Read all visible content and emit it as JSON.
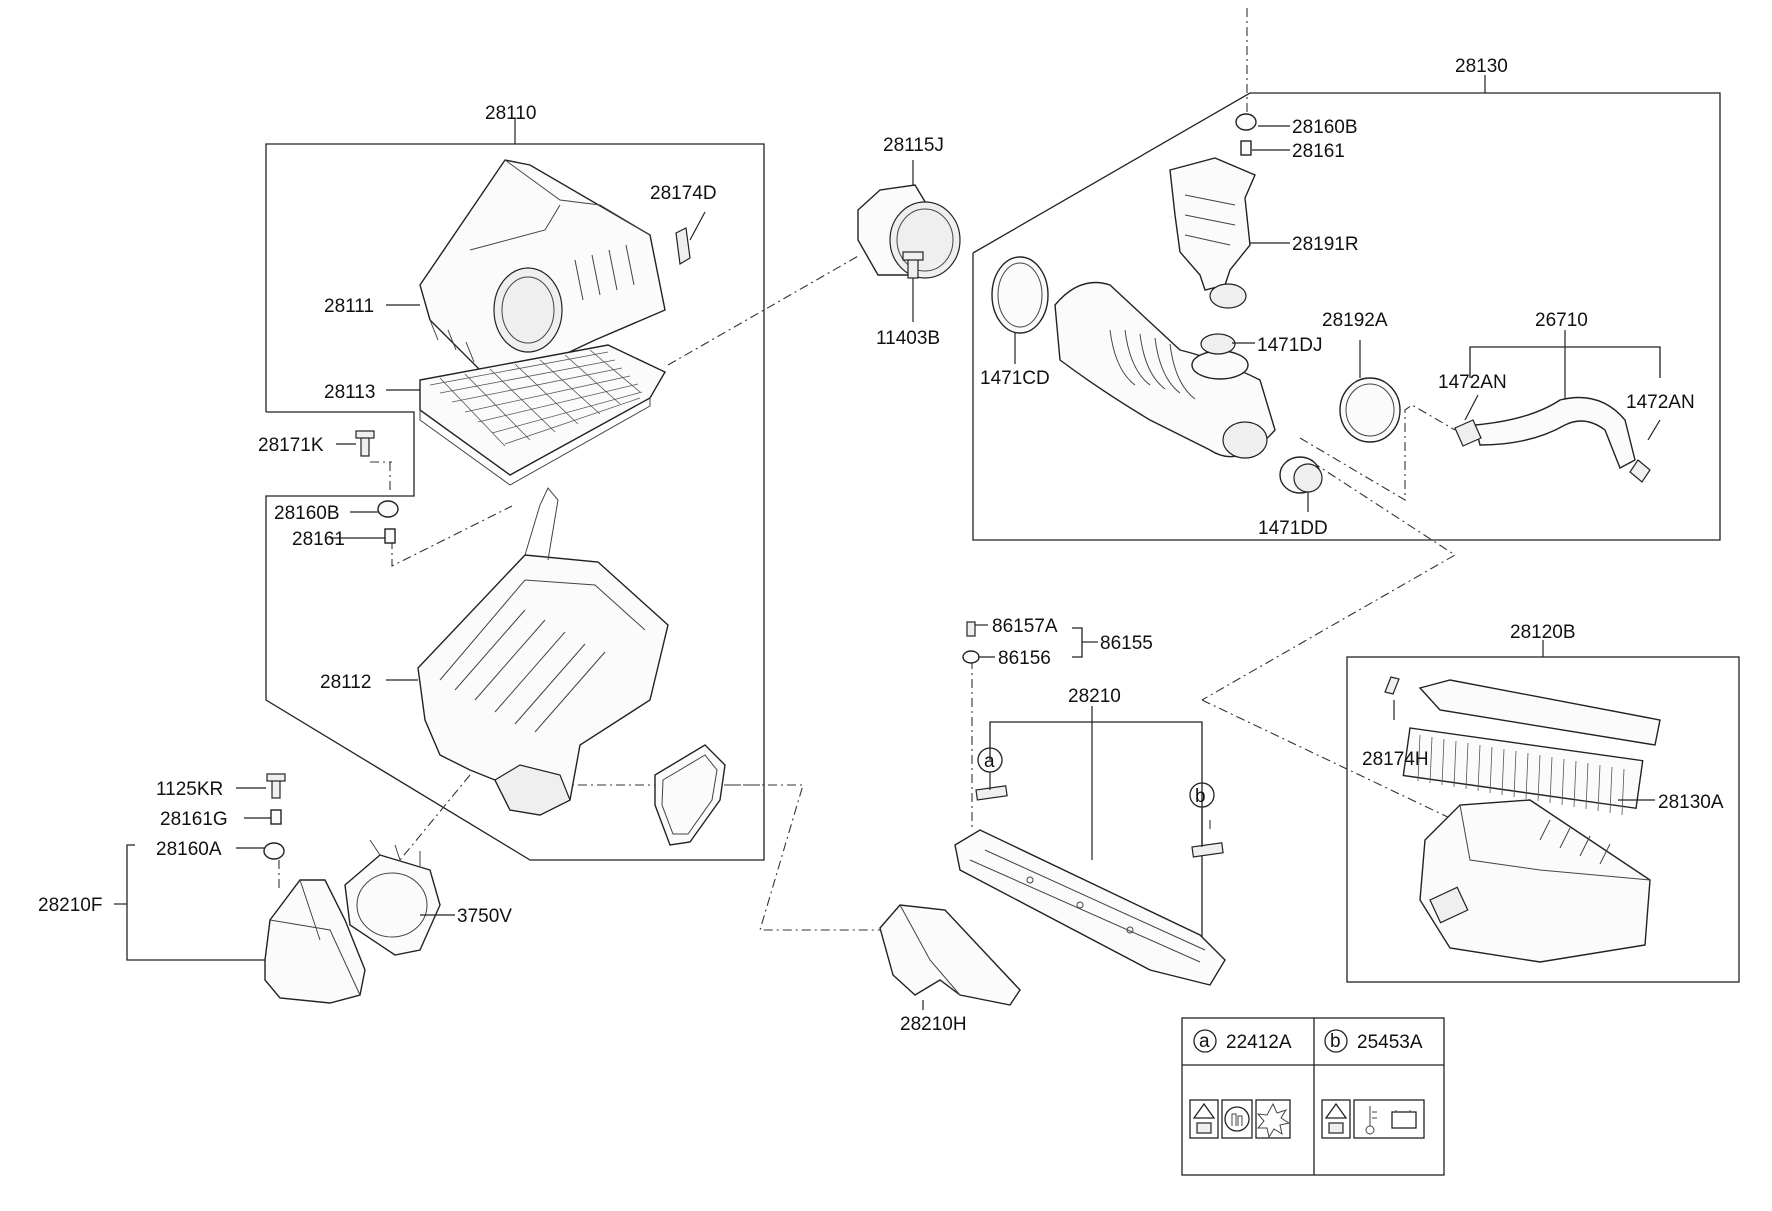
{
  "labels": {
    "p28110": "28110",
    "p28174D": "28174D",
    "p28111": "28111",
    "p28113": "28113",
    "p28171K": "28171K",
    "p28160B_l": "28160B",
    "p28161_l": "28161",
    "p28112": "28112",
    "p1125KR": "1125KR",
    "p28161G": "28161G",
    "p28160A": "28160A",
    "p28210F": "28210F",
    "p3750V": "3750V",
    "p28115J": "28115J",
    "p11403B": "11403B",
    "p28130": "28130",
    "p28160B_r": "28160B",
    "p28161_r": "28161",
    "p28191R": "28191R",
    "p1471CD": "1471CD",
    "p1471DJ": "1471DJ",
    "p28192A": "28192A",
    "p26710": "26710",
    "p1472AN_l": "1472AN",
    "p1472AN_r": "1472AN",
    "p1471DD": "1471DD",
    "p86157A": "86157A",
    "p86155": "86155",
    "p86156": "86156",
    "p28210": "28210",
    "p28210H": "28210H",
    "p28120B": "28120B",
    "p28174H": "28174H",
    "p28130A": "28130A"
  },
  "callouts": {
    "a": "a",
    "b": "b"
  },
  "legend": {
    "a_letter": "a",
    "a_part": "22412A",
    "b_letter": "b",
    "b_part": "25453A"
  },
  "icons": {
    "warning": "warning-triangle-icon",
    "book": "manual-book-icon",
    "hand": "hand-caution-icon",
    "explosion": "explosion-icon",
    "thermometer": "thermometer-icon",
    "battery": "battery-icon"
  },
  "colors": {
    "ink": "#111111",
    "background": "#ffffff"
  }
}
